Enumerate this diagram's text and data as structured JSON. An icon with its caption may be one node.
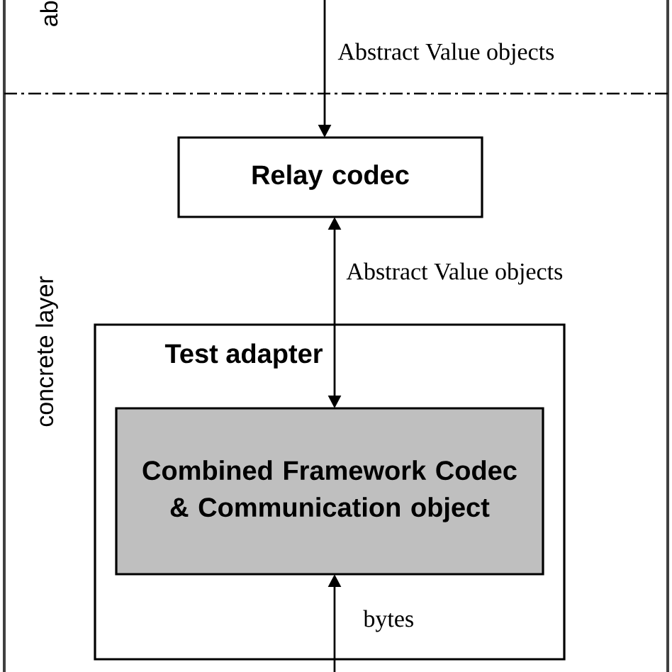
{
  "diagram": {
    "nodes": [
      {
        "text": [
          "Relay codec"
        ]
      },
      {
        "text": [
          "Test adapter"
        ]
      },
      {
        "text": [
          "Combined Framework Codec & Communication object"
        ],
        "in": 1
      }
    ],
    "edges": [
      {
        "from": null,
        "to": 0,
        "arrow": "to",
        "label": "Abstract Value objects"
      },
      {
        "from": 0,
        "to": 2,
        "arrow": "both",
        "label": "Abstract Value objects"
      },
      {
        "from": null,
        "to": 2,
        "arrow": "to",
        "label": "bytes"
      }
    ],
    "labels": [
      "ab",
      "concrete layer"
    ]
  }
}
